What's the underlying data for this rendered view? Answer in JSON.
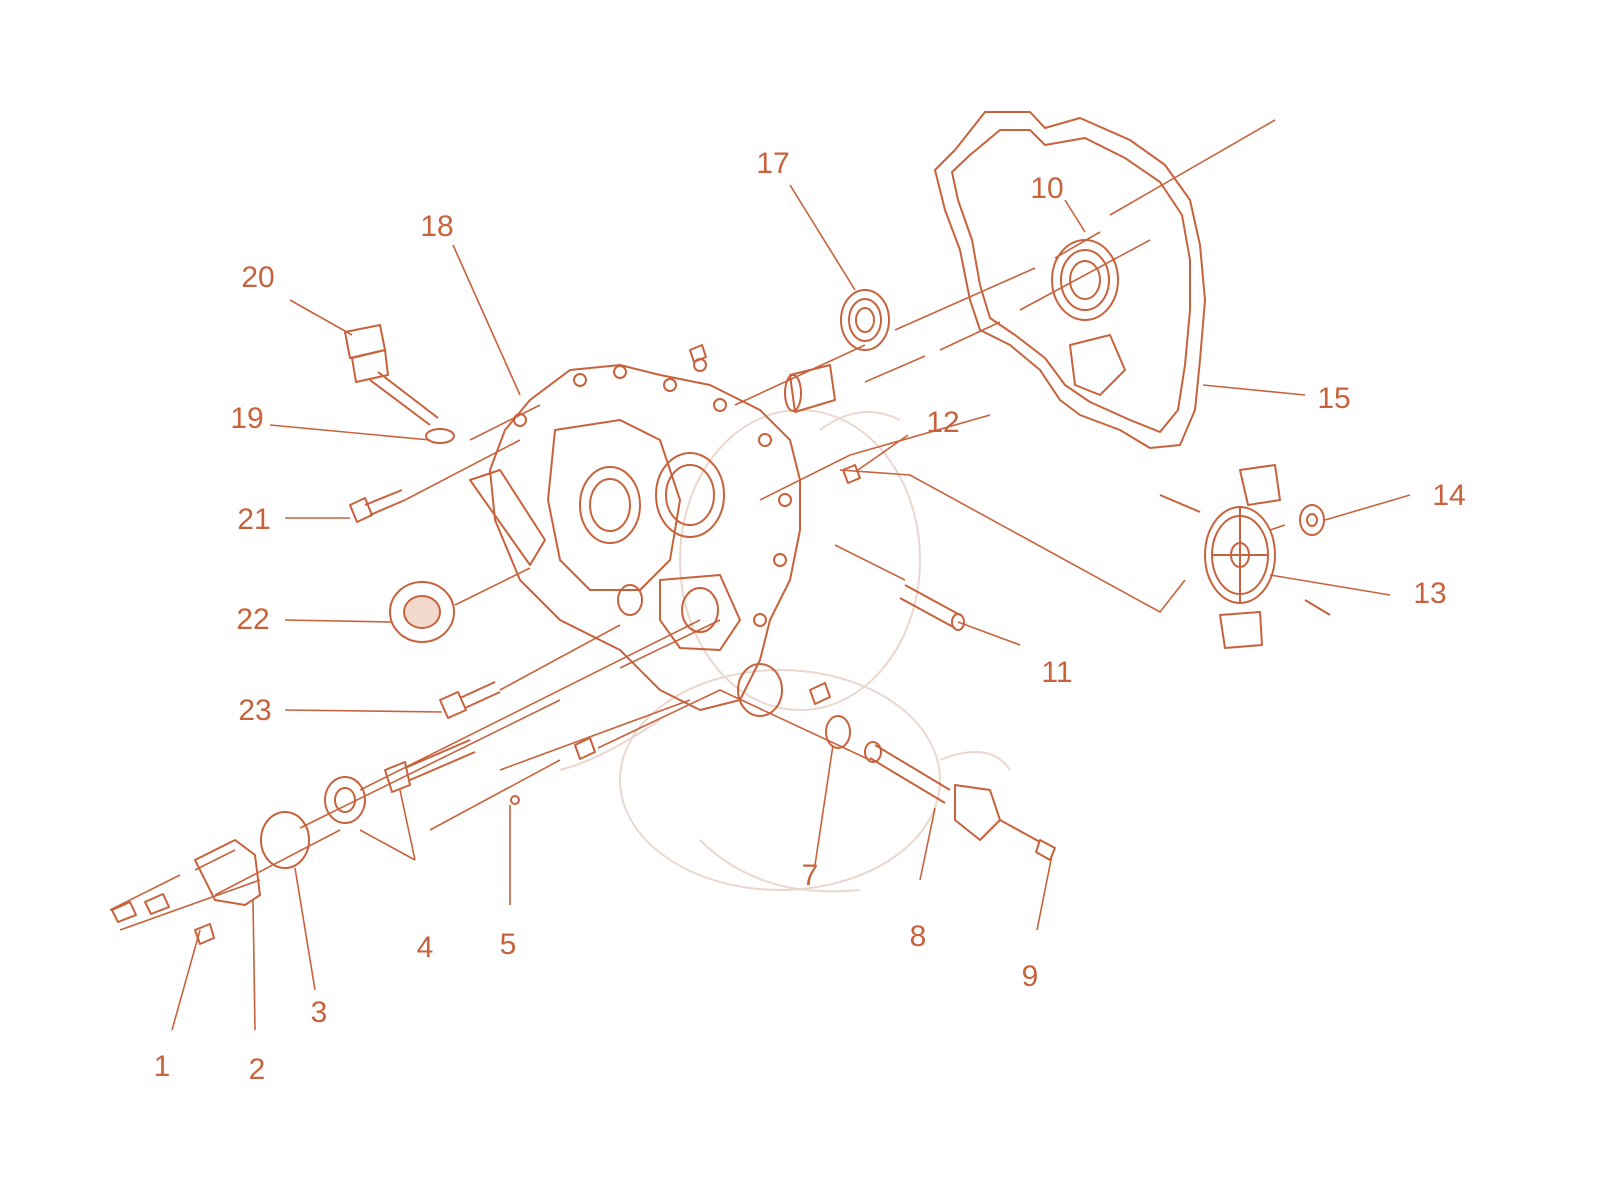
{
  "diagram": {
    "accent_color": "#c8623c",
    "background_color": "#ffffff",
    "callouts": [
      {
        "id": "1",
        "label": "1"
      },
      {
        "id": "2",
        "label": "2"
      },
      {
        "id": "3",
        "label": "3"
      },
      {
        "id": "4",
        "label": "4"
      },
      {
        "id": "5",
        "label": "5"
      },
      {
        "id": "7",
        "label": "7"
      },
      {
        "id": "8",
        "label": "8"
      },
      {
        "id": "9",
        "label": "9"
      },
      {
        "id": "10",
        "label": "10"
      },
      {
        "id": "11",
        "label": "11"
      },
      {
        "id": "12",
        "label": "12"
      },
      {
        "id": "13",
        "label": "13"
      },
      {
        "id": "14",
        "label": "14"
      },
      {
        "id": "15",
        "label": "15"
      },
      {
        "id": "17",
        "label": "17"
      },
      {
        "id": "18",
        "label": "18"
      },
      {
        "id": "19",
        "label": "19"
      },
      {
        "id": "20",
        "label": "20"
      },
      {
        "id": "21",
        "label": "21"
      },
      {
        "id": "22",
        "label": "22"
      },
      {
        "id": "23",
        "label": "23"
      }
    ]
  }
}
